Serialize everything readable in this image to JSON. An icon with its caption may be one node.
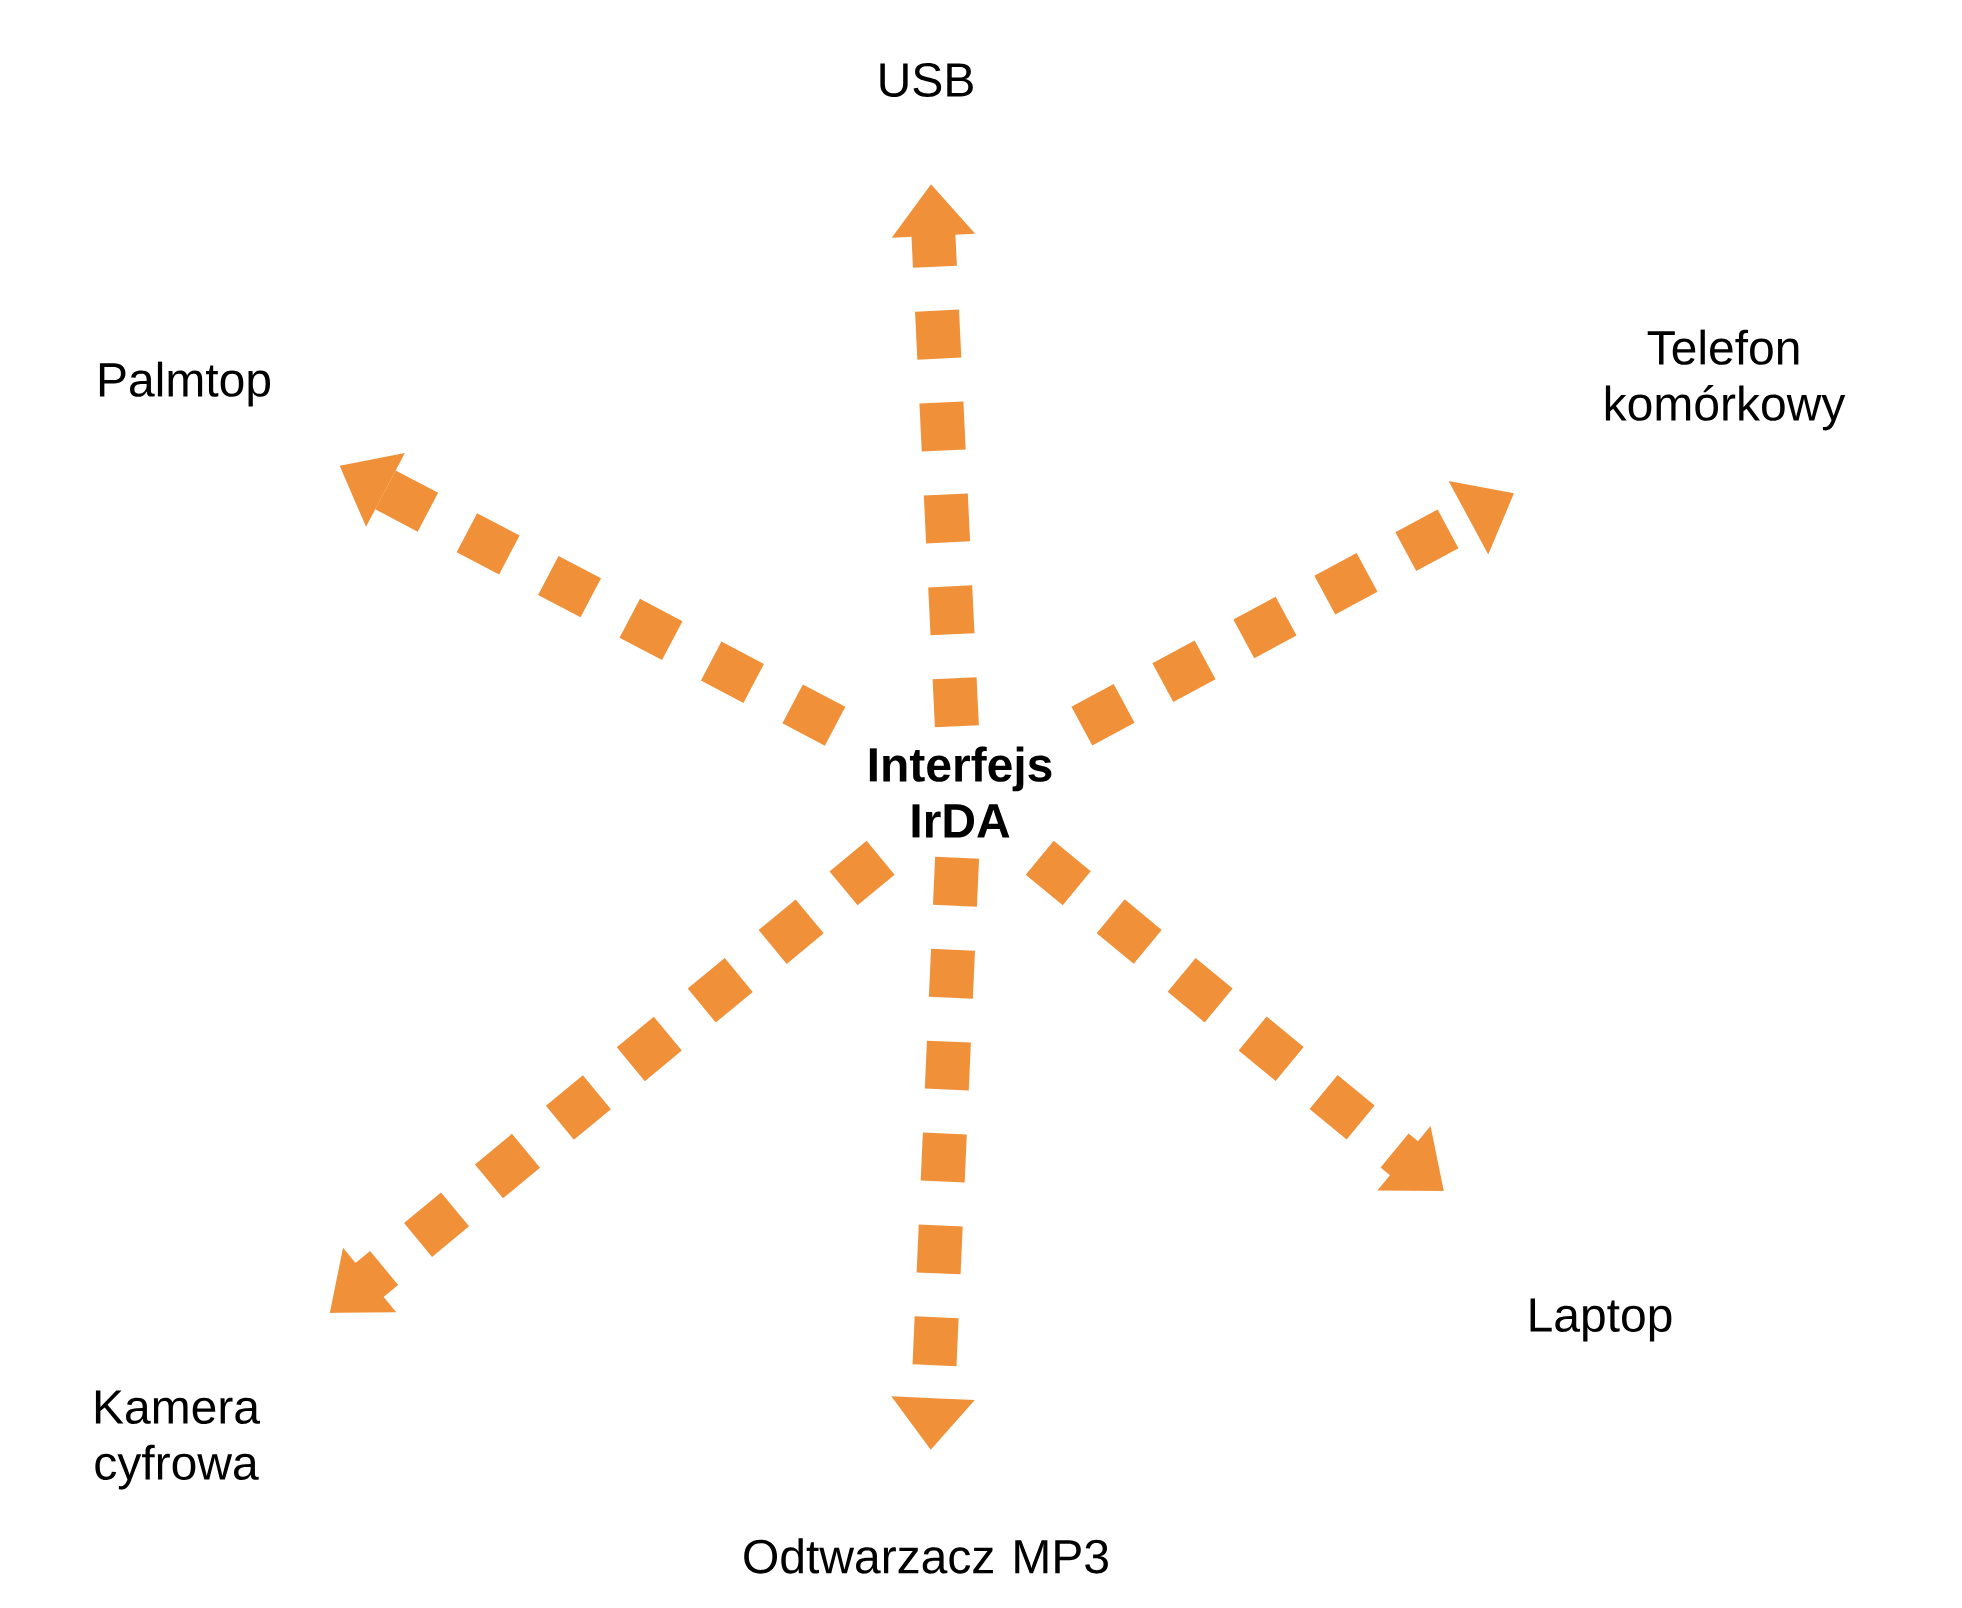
{
  "diagram": {
    "nodes": [
      {
        "text": [
          "USB"
        ]
      },
      {
        "text": [
          "Palmtop"
        ]
      },
      {
        "text": [
          "Telefon komórkowy"
        ]
      },
      {
        "text": [
          "Interfejs IrDA"
        ]
      },
      {
        "text": [
          "Kamera cyfrowa"
        ]
      },
      {
        "text": [
          "Laptop"
        ]
      },
      {
        "text": [
          "Odtwarzacz MP3"
        ]
      }
    ],
    "edges": [
      {
        "from": 3,
        "to": 0,
        "arrow": "to"
      },
      {
        "from": 3,
        "to": 1,
        "arrow": "to"
      },
      {
        "from": 3,
        "to": 2,
        "arrow": "to"
      },
      {
        "from": 3,
        "to": 4,
        "arrow": "to"
      },
      {
        "from": 3,
        "to": 5,
        "arrow": "to"
      },
      {
        "from": 3,
        "to": 6,
        "arrow": "to"
      }
    ]
  }
}
